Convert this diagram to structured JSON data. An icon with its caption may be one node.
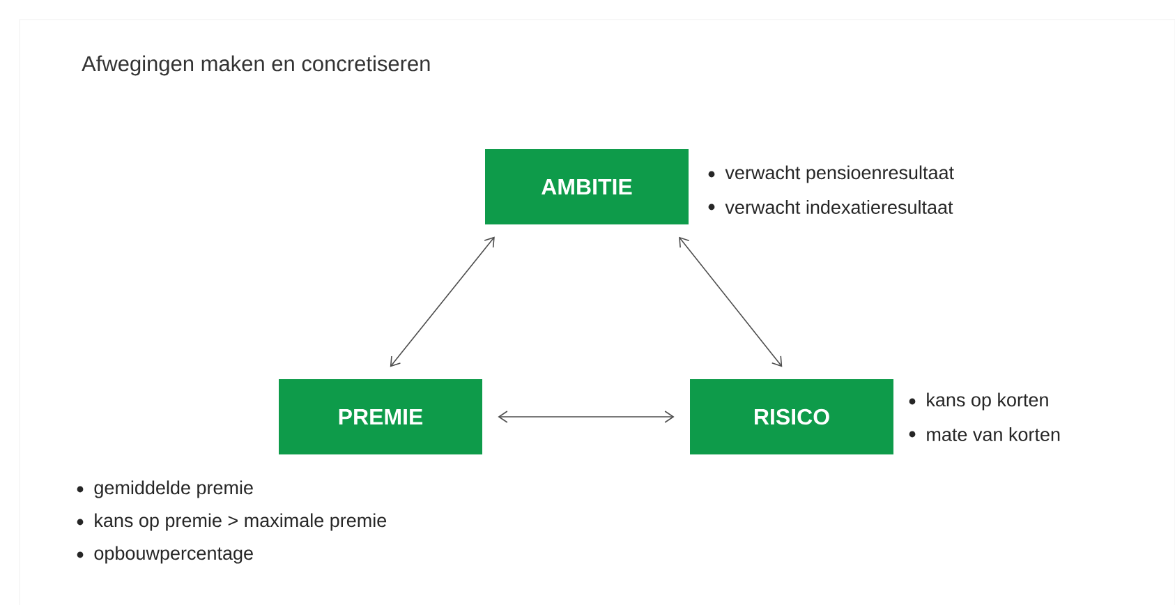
{
  "diagram": {
    "title": "Afwegingen maken en concretiseren",
    "nodes": [
      {
        "text": [
          "AMBITIE"
        ],
        "beside": [
          "verwacht pensioenresultaat",
          "verwacht indexatieresultaat"
        ]
      },
      {
        "text": [
          "PREMIE"
        ],
        "beside": [
          "gemiddelde premie",
          "kans op premie > maximale premie",
          "opbouwpercentage"
        ]
      },
      {
        "text": [
          "RISICO"
        ],
        "beside": [
          "kans op korten",
          "mate van korten"
        ]
      }
    ],
    "edges": [
      {
        "from": 0,
        "to": 1,
        "arrow": "both"
      },
      {
        "from": 0,
        "to": 2,
        "arrow": "both"
      },
      {
        "from": 1,
        "to": 2,
        "arrow": "both"
      }
    ]
  }
}
